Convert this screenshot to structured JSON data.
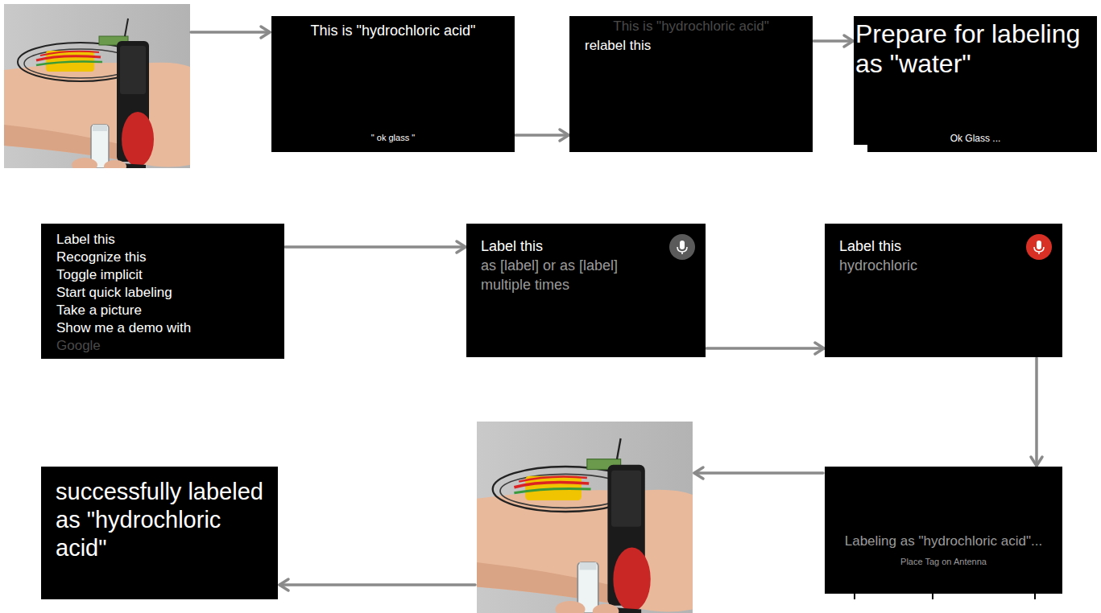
{
  "diagram": {
    "nodes": [
      {
        "text": [
          "This is \"hydrochloric acid\"",
          "\" ok glass \""
        ]
      },
      {
        "text": [
          "This is \"hydrochloric acid\"",
          "relabel this"
        ]
      },
      {
        "text": [
          "Prepare for labeling as \"water\"",
          "Ok Glass ..."
        ]
      },
      {
        "text": [
          "Label this",
          "Recognize this",
          "Toggle implicit",
          "Start quick labeling",
          "Take a picture",
          "Show me a demo with",
          "Google"
        ]
      },
      {
        "text": [
          "Label this",
          "as [label] or as [label] multiple times"
        ]
      },
      {
        "text": [
          "Label this",
          "hydrochloric"
        ]
      },
      {
        "text": [
          "Labeling as \"hydrochloric acid\"...",
          "Place Tag on Antenna"
        ]
      },
      {
        "text": [
          "successfully labeled as \"hydrochloric acid\""
        ]
      }
    ],
    "edges": [
      {
        "from": 0,
        "to": 1,
        "arrow": "to"
      },
      {
        "from": 1,
        "to": 2,
        "arrow": "to"
      },
      {
        "from": 3,
        "to": 4,
        "arrow": "to"
      },
      {
        "from": 4,
        "to": 5,
        "arrow": "to"
      },
      {
        "from": 5,
        "to": 6,
        "arrow": "to"
      }
    ]
  }
}
